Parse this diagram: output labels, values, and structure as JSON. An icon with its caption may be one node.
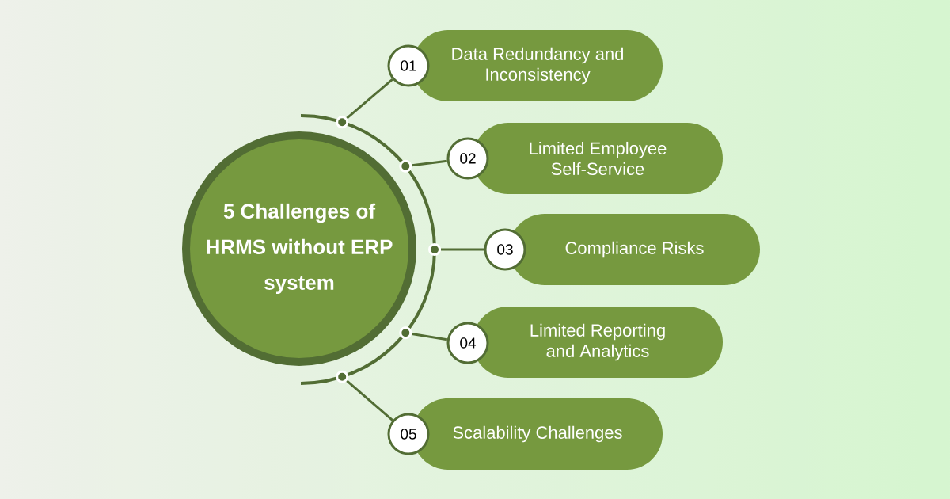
{
  "diagram": {
    "nodes": [
      {
        "text": [
          "5 Challenges of HRMS without ERP system"
        ]
      },
      {
        "text": [],
        "shape": "circle"
      },
      {
        "text": [
          "01"
        ]
      },
      {
        "text": [
          "Data Redundancy and Inconsistency"
        ]
      },
      {
        "text": [],
        "shape": "circle"
      },
      {
        "text": [
          "02"
        ]
      },
      {
        "text": [
          "Limited Employee Self-Service"
        ]
      },
      {
        "text": [],
        "shape": "circle"
      },
      {
        "text": [
          "03"
        ]
      },
      {
        "text": [
          "Compliance Risks"
        ]
      },
      {
        "text": [],
        "shape": "circle"
      },
      {
        "text": [
          "04"
        ]
      },
      {
        "text": [
          "Limited Reporting and Analytics"
        ]
      },
      {
        "text": [],
        "shape": "circle"
      },
      {
        "text": [
          "05"
        ]
      },
      {
        "text": [
          "Scalability Challenges"
        ]
      }
    ],
    "edges": [
      {
        "from": 1,
        "to": 2,
        "arrow": "none"
      },
      {
        "from": 4,
        "to": 5,
        "arrow": "none"
      },
      {
        "from": 7,
        "to": 8,
        "arrow": "none"
      },
      {
        "from": 10,
        "to": 11,
        "arrow": "none"
      },
      {
        "from": 13,
        "to": 14,
        "arrow": "none"
      }
    ]
  }
}
